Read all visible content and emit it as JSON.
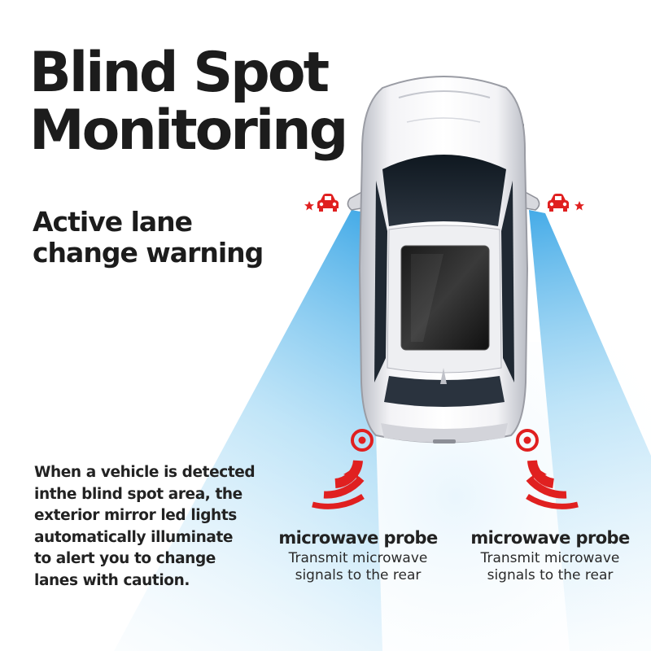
{
  "title": {
    "line1": "Blind Spot",
    "line2": "Monitoring"
  },
  "subtitle": {
    "line1": "Active lane",
    "line2": "change warning"
  },
  "description": {
    "lines": [
      "When a vehicle is detected",
      "inthe blind spot area, the",
      "exterior mirror led lights",
      "automatically illuminate",
      "to alert you to change",
      "lanes with caution."
    ]
  },
  "probes": [
    {
      "title": "microwave probe",
      "desc_line1": "Transmit microwave",
      "desc_line2": "signals to the rear"
    },
    {
      "title": "microwave probe",
      "desc_line1": "Transmit microwave",
      "desc_line2": "signals to the rear"
    }
  ],
  "icons": {
    "left_mirror": [
      "star-icon",
      "red-car-icon"
    ],
    "right_mirror": [
      "red-car-icon",
      "star-icon"
    ],
    "sensors": [
      "sensor-target-icon",
      "sensor-target-icon"
    ],
    "signals": [
      "signal-wave-icon",
      "signal-wave-icon"
    ]
  },
  "colors": {
    "text": "#1c1c1c",
    "alert_red": "#e02020",
    "beam_blue": "#5ab9ea",
    "car_body": "#e8e8ec",
    "glass": "#1d2530"
  }
}
